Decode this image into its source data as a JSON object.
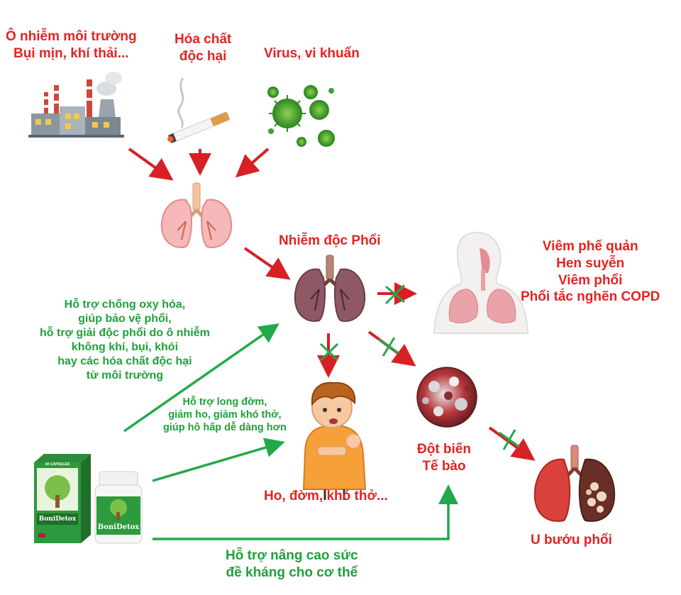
{
  "causes": {
    "pollution": [
      "Ô nhiễm môi trường",
      "Bụi mịn, khí thải..."
    ],
    "chemicals": [
      "Hóa chất",
      "độc hại"
    ],
    "virus": [
      "Virus, vi khuẩn"
    ]
  },
  "center": {
    "title": "Nhiễm độc Phổi"
  },
  "diseases": [
    "Viêm phế quản",
    "Hen suyễn",
    "Viêm phổi",
    "Phổi tắc nghẽn COPD"
  ],
  "symptom": {
    "label": "Ho, đờm, khó thở..."
  },
  "mutation": [
    "Đột biến",
    "Tế bào"
  ],
  "tumor": {
    "label": "U bướu phổi"
  },
  "support": {
    "antioxidant": [
      "Hỗ trợ chống oxy hóa,",
      "giúp bảo vệ phổi,",
      "hỗ trợ giải độc phổi do ô nhiễm",
      "không khí, bụi, khói",
      "hay các hóa chất độc hại",
      "từ môi trường"
    ],
    "cough": [
      "Hỗ trợ long đờm,",
      "giảm ho, giảm khó thở,",
      "giúp hô hấp dễ dàng hơn"
    ],
    "immunity": [
      "Hỗ trợ nâng cao sức",
      "đề kháng cho cơ thể"
    ]
  },
  "product": {
    "brand": "BoniDetox",
    "box_tag": "60 CAPSULES"
  },
  "colors": {
    "red": "#e52321",
    "green": "#1fa13a",
    "arrow_red": "#d81f26",
    "arrow_green": "#22a94a"
  }
}
